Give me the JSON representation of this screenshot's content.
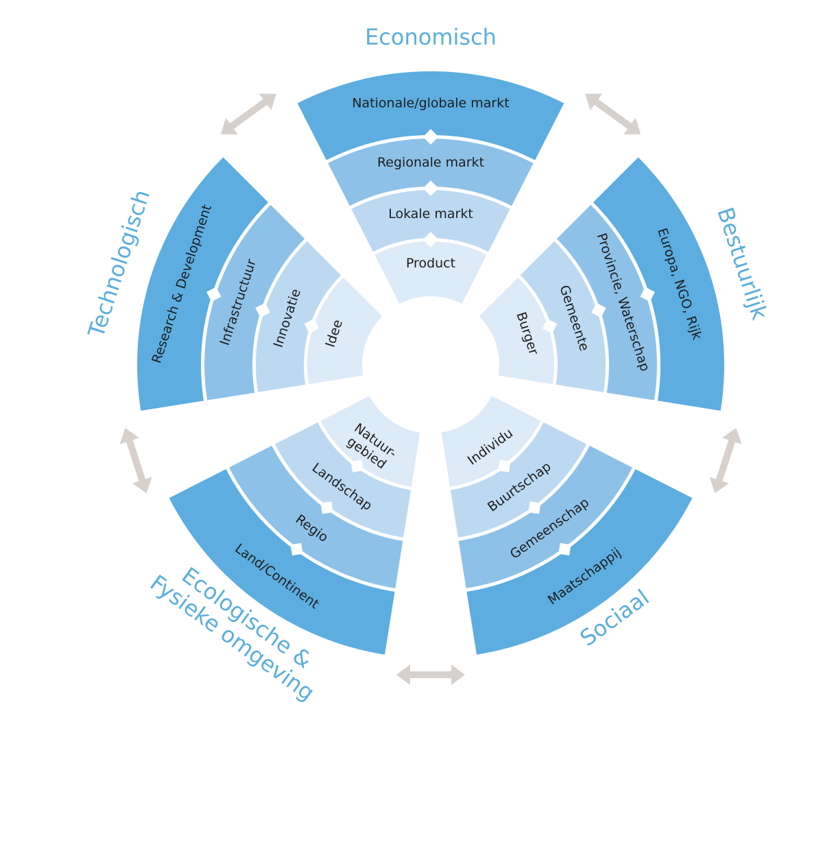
{
  "colors": {
    "ring_outer": "#5dade0",
    "ring_3": "#8ec1e8",
    "ring_2": "#bcd9f1",
    "ring_inner": "#ddeaf8",
    "title": "#5aaedd",
    "arrow": "#d6d1cd",
    "text": "#1e1e1e"
  },
  "segments": [
    {
      "title": [
        "Economisch"
      ],
      "levels": [
        [
          "Product"
        ],
        [
          "Lokale markt"
        ],
        [
          "Regionale markt"
        ],
        [
          "Nationale/globale markt"
        ]
      ]
    },
    {
      "title": [
        "Bestuurlijk"
      ],
      "levels": [
        [
          "Burger"
        ],
        [
          "Gemeente"
        ],
        [
          "Provincie, Waterschap"
        ],
        [
          "Europa, NGO, Rijk"
        ]
      ]
    },
    {
      "title": [
        "Sociaal"
      ],
      "levels": [
        [
          "Individu"
        ],
        [
          "Buurtschap"
        ],
        [
          "Gemeenschap"
        ],
        [
          "Maatschappij"
        ]
      ]
    },
    {
      "title": [
        "Ecologische &",
        "Fysieke omgeving"
      ],
      "levels": [
        [
          "Natuur-",
          "gebied"
        ],
        [
          "Landschap"
        ],
        [
          "Regio"
        ],
        [
          "Land/Continent"
        ]
      ]
    },
    {
      "title": [
        "Technologisch"
      ],
      "levels": [
        [
          "Idee"
        ],
        [
          "Innovatie"
        ],
        [
          "Infrastructuur"
        ],
        [
          "Research & Development"
        ]
      ]
    }
  ],
  "arrows": [
    "double-arrow-icon",
    "double-arrow-icon",
    "double-arrow-icon",
    "double-arrow-icon",
    "double-arrow-icon"
  ]
}
